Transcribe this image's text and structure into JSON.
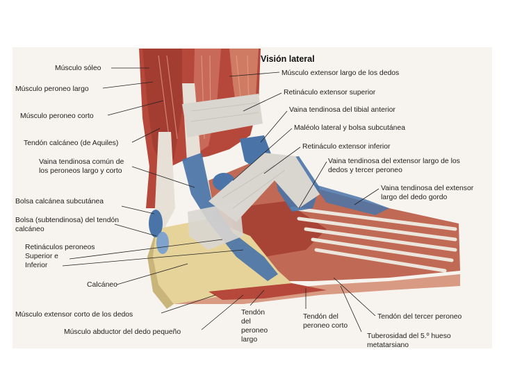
{
  "title": "Visión lateral",
  "labels": {
    "soleo": "Músculo sóleo",
    "peroneo_largo": "Músculo peroneo largo",
    "peroneo_corto": "Músculo peroneo corto",
    "aquiles": "Tendón calcáneo (de Aquiles)",
    "vaina_comun_1": "Vaina tendinosa común de",
    "vaina_comun_2": "los peroneos largo y corto",
    "bolsa_subcutanea": "Bolsa calcánea subcutánea",
    "bolsa_subtendinosa_1": "Bolsa (subtendinosa) del tendón",
    "bolsa_subtendinosa_2": "calcáneo",
    "retinaculos_1": "Retináculos peroneos",
    "retinaculos_2": "Superior e",
    "retinaculos_3": "Inferior",
    "calcaneo": "Calcáneo",
    "extensor_corto": "Músculo extensor corto de los dedos",
    "abductor": "Músculo abductor del dedo pequeño",
    "extensor_largo": "Músculo extensor largo de los dedos",
    "ret_superior": "Retináculo extensor superior",
    "vaina_tibial": "Vaina tendinosa del tibial anterior",
    "maleolo": "Maléolo lateral y bolsa subcutánea",
    "ret_inferior": "Retináculo extensor inferior",
    "vaina_ext_largo_1": "Vaina tendinosa del extensor largo de los",
    "vaina_ext_largo_2": "dedos y tercer peroneo",
    "vaina_gordo_1": "Vaina tendinosa del extensor",
    "vaina_gordo_2": "largo del dedo gordo",
    "tercer_peroneo": "Tendón del tercer peroneo",
    "tend_peroneo_largo_1": "Tendón",
    "tend_peroneo_largo_2": "del",
    "tend_peroneo_largo_3": "peroneo",
    "tend_peroneo_largo_4": "largo",
    "tend_peroneo_corto_1": "Tendón del",
    "tend_peroneo_corto_2": "peroneo corto",
    "tuberosidad_1": "Tuberosidad del 5.º hueso",
    "tuberosidad_2": "metatarsiano"
  },
  "colors": {
    "muscle": "#b5483a",
    "muscle_light": "#cf7a62",
    "tendon": "#e6e0d6",
    "sheath": "#4a74a8",
    "sheath_light": "#7fa3cc",
    "bone": "#e6d39a",
    "retinaculum": "#d9d6d0"
  }
}
